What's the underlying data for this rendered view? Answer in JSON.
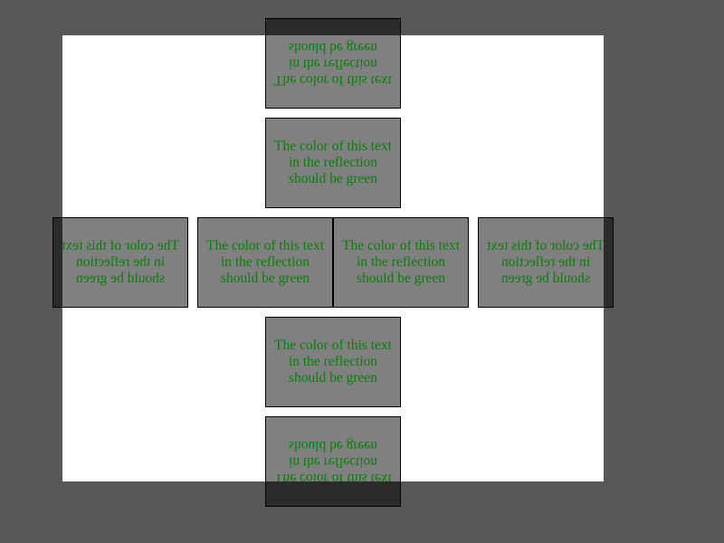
{
  "boxes": {
    "reflection_top": "The color of this text in the reflection should be green",
    "original_top": "The color of this text in the reflection should be green",
    "reflection_left": "The color of this text in the reflection should be green",
    "original_left": "The color of this text in the reflection should be green",
    "original_right": "The color of this text in the reflection should be green",
    "reflection_right": "The color of this text in the reflection should be green",
    "original_bottom": "The color of this text in the reflection should be green",
    "reflection_bottom": "The color of this text in the reflection should be green"
  },
  "colors": {
    "background": "#585858",
    "panel": "#ffffff",
    "box": "#808080",
    "text": "#0a7d0a",
    "overflow": "#2b2b2b"
  }
}
